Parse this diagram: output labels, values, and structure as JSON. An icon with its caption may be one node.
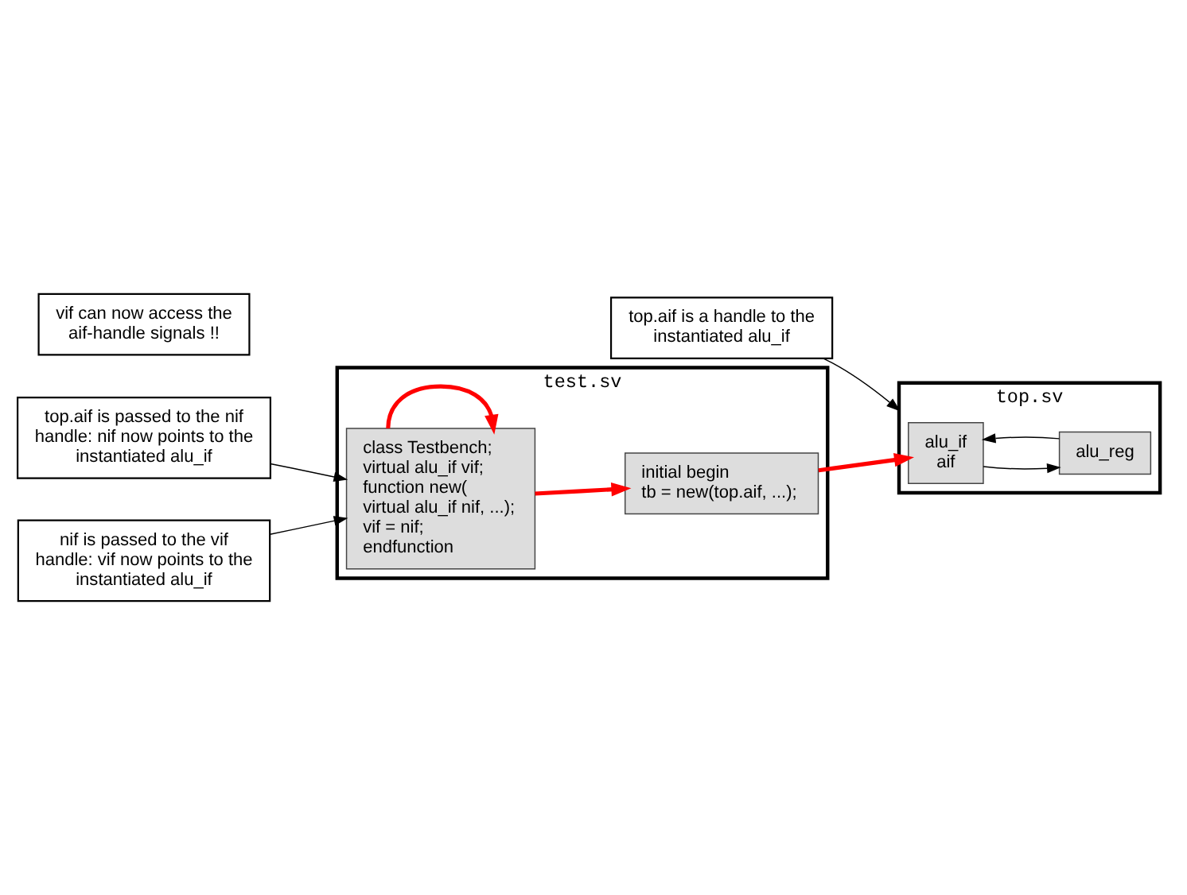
{
  "diagram": {
    "nodes": [
      {
        "text": [
          "test.sv"
        ]
      },
      {
        "text": [
          "initial begin",
          "tb = new(top.aif, ...);"
        ],
        "in": 0
      },
      {
        "text": [
          "class Testbench;",
          "virtual alu_if vif;",
          "function new(",
          "virtual alu_if nif, ...);",
          "vif = nif;",
          "endfunction"
        ],
        "in": 0
      },
      {
        "text": [
          "top.sv"
        ]
      },
      {
        "text": [
          "alu_if",
          "aif"
        ],
        "in": 3
      },
      {
        "text": [
          "alu_reg"
        ],
        "in": 3
      },
      {
        "text": [
          "top.aif is a handle to the instantiated alu_if"
        ]
      },
      {
        "text": [
          "top.aif is passed to the nif handle: nif now points to the instantiated alu_if"
        ]
      },
      {
        "text": [
          "nif is passed to the vif handle: vif now points to the instantiated alu_if"
        ]
      },
      {
        "text": [
          "vif can now access the aif-handle signals !!"
        ]
      }
    ],
    "edges": [
      {
        "from": 1,
        "to": 4,
        "arrow": "to",
        "style": "thick",
        "color": "#ff0000"
      },
      {
        "from": 2,
        "to": 1,
        "arrow": "to",
        "style": "thick",
        "color": "#ff0000"
      },
      {
        "from": 2,
        "to": 2,
        "arrow": "to",
        "style": "thick",
        "color": "#ff0000"
      },
      {
        "from": 4,
        "to": 5,
        "arrow": "to"
      },
      {
        "from": 5,
        "to": 4,
        "arrow": "to"
      },
      {
        "from": 6,
        "to": 3,
        "arrow": "to"
      },
      {
        "from": 7,
        "to": 2,
        "arrow": "to"
      },
      {
        "from": 8,
        "to": 2,
        "arrow": "to"
      }
    ]
  }
}
